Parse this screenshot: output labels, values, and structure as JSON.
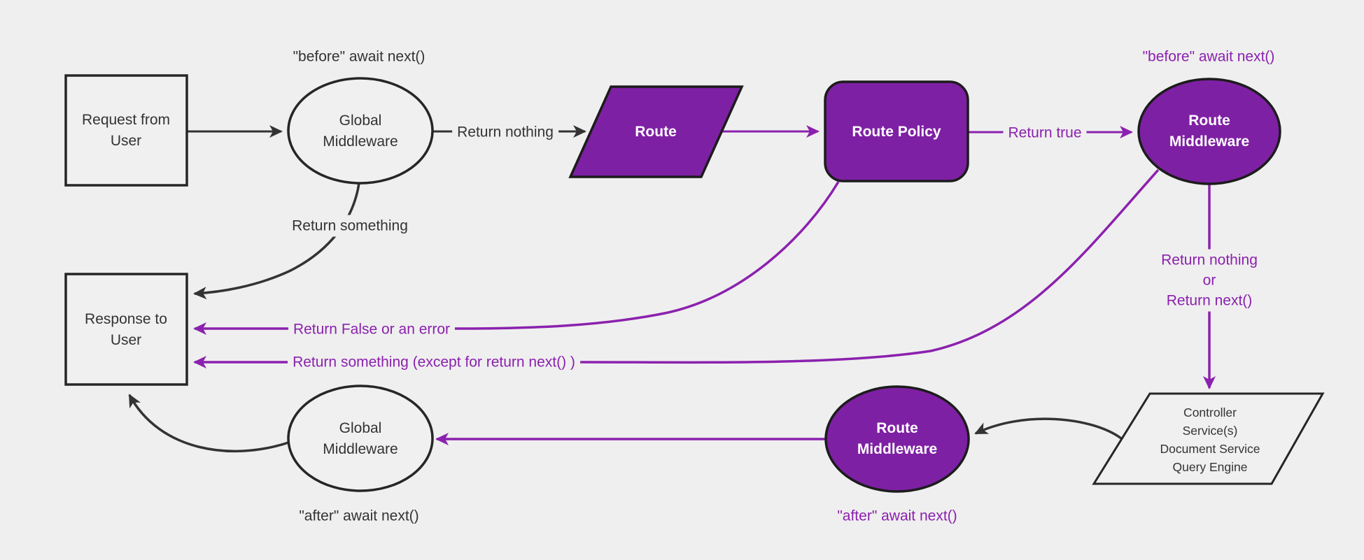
{
  "diagram": {
    "description": "Backend request lifecycle flowchart",
    "colors": {
      "background": "#efefef",
      "node_purple_fill": "#7e20a4",
      "purple_line": "#8b21ae",
      "dark_line": "#333333",
      "node_border": "#1c1c1c",
      "light_node_fill": "#f0f0f0",
      "node_text_on_purple": "#ffffff",
      "dark_text": "#333333"
    },
    "nodes": {
      "request": {
        "label": "Request from\nUser",
        "shape": "rectangle"
      },
      "global_middleware_top": {
        "label": "Global\nMiddleware",
        "shape": "ellipse"
      },
      "route": {
        "label": "Route",
        "shape": "parallelogram"
      },
      "route_policy": {
        "label": "Route Policy",
        "shape": "rounded-rectangle"
      },
      "route_middleware_top": {
        "label": "Route\nMiddleware",
        "shape": "ellipse"
      },
      "controller": {
        "label": "Controller\nService(s)\nDocument Service\nQuery Engine",
        "shape": "parallelogram"
      },
      "route_middleware_bottom": {
        "label": "Route\nMiddleware",
        "shape": "ellipse"
      },
      "global_middleware_bottom": {
        "label": "Global\nMiddleware",
        "shape": "ellipse"
      },
      "response": {
        "label": "Response to\nUser",
        "shape": "rectangle"
      }
    },
    "edge_labels": {
      "before_global": "\"before\" await next()",
      "return_nothing": "Return nothing",
      "return_something": "Return something",
      "return_true": "Return true",
      "before_route": "\"before\" await next()",
      "return_nothing_or_next": "Return nothing\nor\nReturn next()",
      "return_false_or_error": "Return False or an error",
      "return_something_except": "Return something (except for return next() )",
      "after_route": "\"after\" await next()",
      "after_global": "\"after\" await next()"
    }
  }
}
